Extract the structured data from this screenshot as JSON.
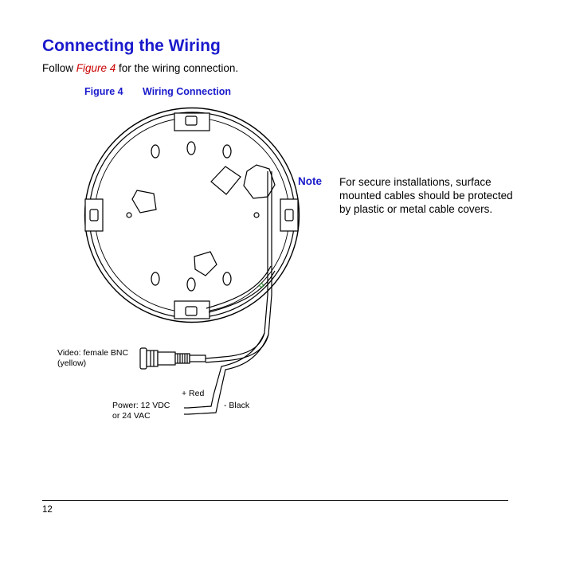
{
  "section": {
    "title": "Connecting the Wiring",
    "intro_before": "Follow ",
    "intro_ref": "Figure 4",
    "intro_after": " for the wiring connection."
  },
  "figure": {
    "number": "Figure 4",
    "title": "Wiring Connection",
    "labels": {
      "video_line1": "Video: female BNC",
      "video_line2": "(yellow)",
      "red": "+ Red",
      "black": "- Black",
      "power_line1": "Power: 12 VDC",
      "power_line2": "or 24 VAC"
    }
  },
  "note": {
    "label": "Note",
    "text": "For secure installations, surface mounted cables should be protected by plastic or metal cable covers."
  },
  "footer": {
    "page_number": "12"
  }
}
